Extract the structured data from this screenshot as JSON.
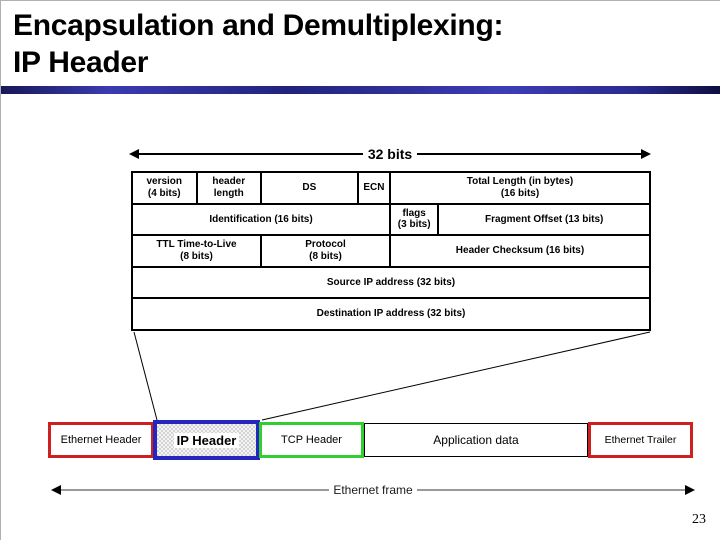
{
  "slide": {
    "title_line1": "Encapsulation and Demultiplexing:",
    "title_line2": "IP Header",
    "page_number": "23"
  },
  "ip_table": {
    "width_label": "32 bits",
    "rows": [
      {
        "cells": [
          {
            "name": "version",
            "lines": [
              "version",
              "(4 bits)"
            ],
            "bits": 4
          },
          {
            "name": "header-length",
            "lines": [
              "header",
              "length"
            ],
            "bits": 4
          },
          {
            "name": "ds",
            "lines": [
              "DS"
            ],
            "bits": 6
          },
          {
            "name": "ecn",
            "lines": [
              "ECN"
            ],
            "bits": 2
          },
          {
            "name": "total-length",
            "lines": [
              "Total Length (in bytes)",
              "(16 bits)"
            ],
            "bits": 16
          }
        ]
      },
      {
        "cells": [
          {
            "name": "identification",
            "lines": [
              "Identification (16 bits)"
            ],
            "bits": 16
          },
          {
            "name": "flags",
            "lines": [
              "flags",
              "(3 bits)"
            ],
            "bits": 3
          },
          {
            "name": "fragment-offset",
            "lines": [
              "Fragment Offset (13 bits)"
            ],
            "bits": 13
          }
        ]
      },
      {
        "cells": [
          {
            "name": "ttl",
            "lines": [
              "TTL Time-to-Live",
              "(8 bits)"
            ],
            "bits": 8
          },
          {
            "name": "protocol",
            "lines": [
              "Protocol",
              "(8 bits)"
            ],
            "bits": 8
          },
          {
            "name": "header-checksum",
            "lines": [
              "Header Checksum (16 bits)"
            ],
            "bits": 16
          }
        ]
      },
      {
        "cells": [
          {
            "name": "source-ip",
            "lines": [
              "Source IP address (32 bits)"
            ],
            "bits": 32
          }
        ]
      },
      {
        "cells": [
          {
            "name": "destination-ip",
            "lines": [
              "Destination IP address (32 bits)"
            ],
            "bits": 32
          }
        ]
      }
    ]
  },
  "ethernet_frame": {
    "arrow_label": "Ethernet frame",
    "boxes": [
      {
        "label": "Ethernet Header",
        "border_color": "#cf2020",
        "highlighted": false
      },
      {
        "label": "IP Header",
        "border_color": "#2525c2",
        "highlighted": true
      },
      {
        "label": "TCP Header",
        "border_color": "#2fcf2f",
        "highlighted": false
      },
      {
        "label": "Application data",
        "border_color": "#000000",
        "highlighted": false
      },
      {
        "label": "Ethernet Trailer",
        "border_color": "#cf2020",
        "highlighted": false
      }
    ]
  },
  "colors": {
    "divider_navy": "#22227c",
    "ethernet_red": "#cf2020",
    "ip_blue": "#2525c2",
    "tcp_green": "#2fcf2f",
    "hatch_gray": "#d4d4d4"
  }
}
